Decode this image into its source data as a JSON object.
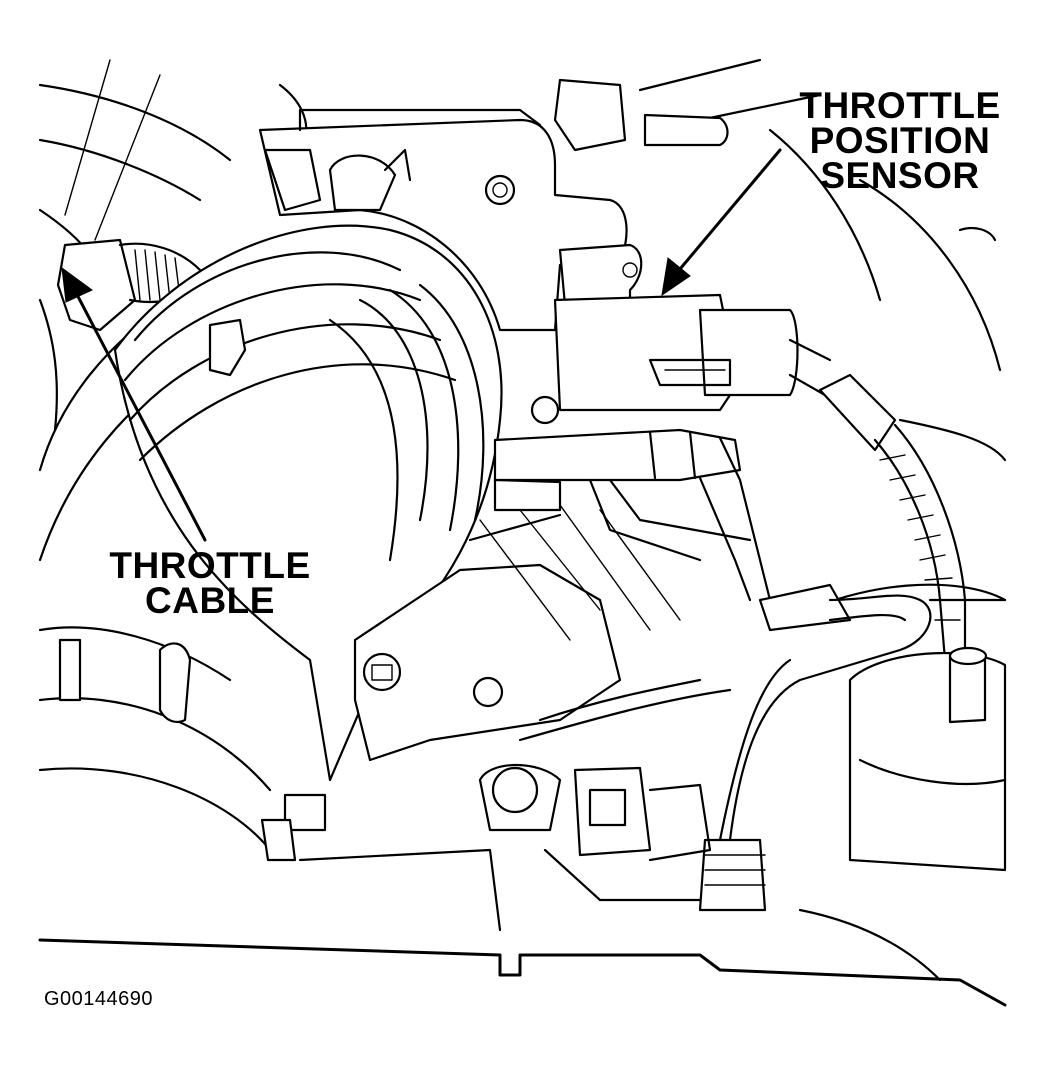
{
  "labels": {
    "throttle_position_sensor": [
      "THROTTLE",
      "POSITION",
      "SENSOR"
    ],
    "throttle_cable": [
      "THROTTLE",
      "CABLE"
    ]
  },
  "figure_code": "G00144690"
}
